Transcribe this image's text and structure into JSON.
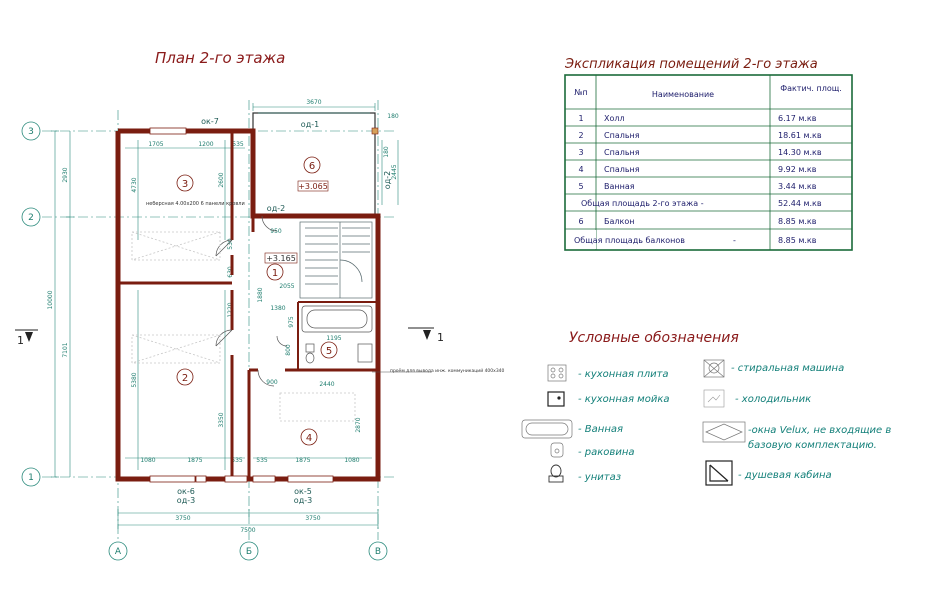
{
  "plan": {
    "title": "План 2-го этажа",
    "windows": {
      "top_left": "ок-7",
      "bottom_left": "ок-6",
      "bottom_left_door": "од-3",
      "bottom_right": "ок-5",
      "bottom_right_door": "од-3",
      "balcony_top": "од-1",
      "balcony_side": "од-2",
      "balcony_door": "од-2"
    },
    "rooms": [
      {
        "num": "1"
      },
      {
        "num": "2"
      },
      {
        "num": "3"
      },
      {
        "num": "4"
      },
      {
        "num": "5"
      },
      {
        "num": "6"
      }
    ],
    "levels": {
      "balcony": "+3.065",
      "hall": "+3.165"
    },
    "notes": {
      "skylight": "неберсная 4.00х200 6 панели кровли",
      "shaft": "проём для вывода инж. коммуникаций 400х340"
    },
    "axes": {
      "rows": [
        "3",
        "2",
        "1"
      ],
      "cols": [
        "А",
        "Б",
        "В"
      ]
    },
    "section_marks": {
      "left": "1",
      "right": "1"
    },
    "dims": {
      "top": "3670",
      "top_right": "180",
      "left_outer": "10000",
      "left_upper": "2930",
      "left_inner": "7101",
      "bottom_left": "3750",
      "bottom_right": "3750",
      "bottom_total": "7500",
      "room3_a": "1705",
      "room3_b": "1200",
      "room3_c": "535",
      "room3_v": "4730",
      "room3_h": "2600",
      "balcony_v": "2445",
      "balcony_s": "180",
      "door_a": "950",
      "door_b": "530",
      "door_c": "630",
      "hall_a": "2055",
      "hall_b": "1380",
      "hall_v": "1880",
      "hall_w": "975",
      "hall_c": "1220",
      "bath_a": "1195",
      "bath_b": "800",
      "bath_c": "900",
      "bath_d": "2440",
      "room2_v": "5380",
      "room2_w": "3350",
      "room4_v": "2870",
      "bot_a": "1080",
      "bot_b": "1875",
      "bot_c": "535",
      "bot_d": "535",
      "bot_e": "1875",
      "bot_f": "1080"
    }
  },
  "explication": {
    "title": "Экспликация помещений 2-го этажа",
    "headers": [
      "№п",
      "Наименование",
      "Фактич. площ."
    ],
    "rows": [
      {
        "n": "1",
        "name": "Холл",
        "area": "6.17 м.кв"
      },
      {
        "n": "2",
        "name": "Спальня",
        "area": "18.61 м.кв"
      },
      {
        "n": "3",
        "name": "Спальня",
        "area": "14.30 м.кв"
      },
      {
        "n": "4",
        "name": "Спальня",
        "area": "9.92 м.кв"
      },
      {
        "n": "5",
        "name": "Ванная",
        "area": "3.44 м.кв"
      }
    ],
    "total": {
      "label": "Общая площадь  2-го этажа  -",
      "value": "52.44 м.кв"
    },
    "balcony": {
      "n": "6",
      "name": "Балкон",
      "area": "8.85 м.кв"
    },
    "balcony_total": {
      "label": "Общая площадь балконов",
      "dash": "-",
      "value": "8.85 м.кв"
    }
  },
  "legend": {
    "title": "Условные обозначения",
    "items": [
      {
        "icon": "stove-icon",
        "text": "- кухонная плита"
      },
      {
        "icon": "sink-icon",
        "text": "- кухонная мойка"
      },
      {
        "icon": "bathtub-icon",
        "text": "- Ванная"
      },
      {
        "icon": "washbasin-icon",
        "text": "- раковина"
      },
      {
        "icon": "toilet-icon",
        "text": "- унитаз"
      },
      {
        "icon": "washing-machine-icon",
        "text": "- стиральная машина"
      },
      {
        "icon": "fridge-icon",
        "text": "- холодильник"
      },
      {
        "icon": "velux-window-icon",
        "text1": "-окна Velux, не входящие в",
        "text2": "базовую комплектацию."
      },
      {
        "icon": "shower-cabin-icon",
        "text": "- душевая кабина"
      }
    ]
  },
  "colors": {
    "wall": "#7a1d10",
    "dim": "#1e7d6e",
    "title": "#8a1a1a",
    "table_border": "#1b6b3a",
    "legend_text": "#14807a"
  }
}
